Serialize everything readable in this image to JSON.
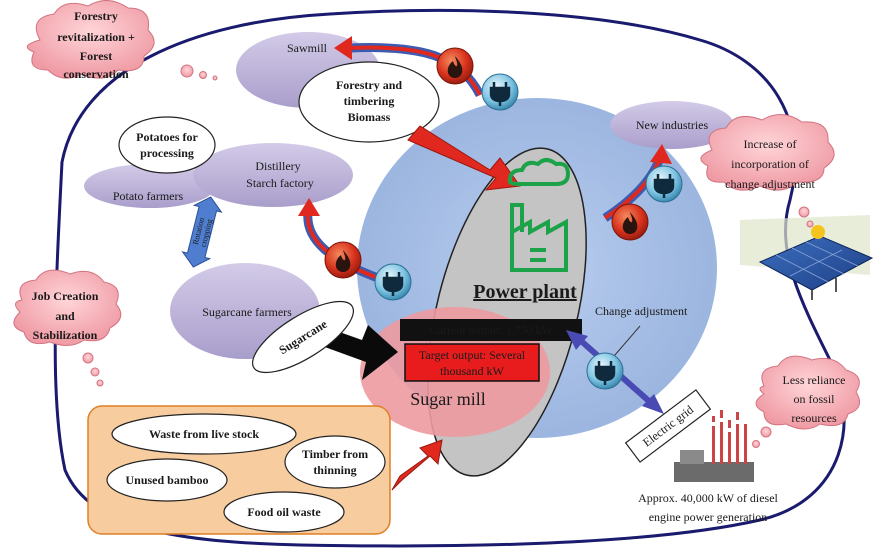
{
  "colors": {
    "boundary": "#1a1a6e",
    "big_blue": "#a8bfe4",
    "plant_gray": "#c4c4c4",
    "purple_node": "#b9b0d6",
    "pink_cloud": "#f2a4ad",
    "orange_box": "#f7cc9e",
    "red_arrow": "#e0281e",
    "blue_arrow": "#4a4ab5",
    "green_factory": "#1ca34a",
    "target_fill": "#e81c1c"
  },
  "clouds": {
    "forestry": [
      "Forestry",
      "revitalization +",
      "Forest",
      "conservation"
    ],
    "jobs": [
      "Job Creation",
      "and",
      "Stabilization"
    ],
    "incorporation": [
      "Increase of",
      "incorporation of",
      "change adjustment"
    ],
    "reliance": [
      "Less reliance",
      "on fossil",
      "resources"
    ]
  },
  "nodes": {
    "sawmill": "Sawmill",
    "new_industries": "New industries",
    "distillery": [
      "Distillery",
      "Starch factory"
    ],
    "potato_farmers": "Potato farmers",
    "sugarcane_farmers": "Sugarcane farmers",
    "potatoes": [
      "Potatoes for",
      "processing"
    ],
    "forestry_biomass": [
      "Forestry and",
      "timbering",
      "Biomass"
    ],
    "sugarcane": "Sugarcane",
    "rotation": [
      "Rotation",
      "cropping"
    ]
  },
  "plant": {
    "title": "Power plant",
    "current_output": "Current output: 1,750 kW",
    "target_output": [
      "Target output: Several",
      "thousand kW"
    ],
    "sugar_mill": "Sugar mill",
    "change_adjustment": "Change adjustment"
  },
  "grid": {
    "label": "Electric grid",
    "diesel": [
      "Approx. 40,000 kW of diesel",
      "engine power generation"
    ]
  },
  "wastes": {
    "livestock": "Waste from live stock",
    "bamboo": "Unused bamboo",
    "timber": [
      "Timber from",
      "thinning"
    ],
    "oil": "Food oil waste"
  },
  "icons": [
    "fire-icon",
    "plug-icon",
    "factory-icon",
    "solar-panel-icon",
    "diesel-plant-icon"
  ]
}
